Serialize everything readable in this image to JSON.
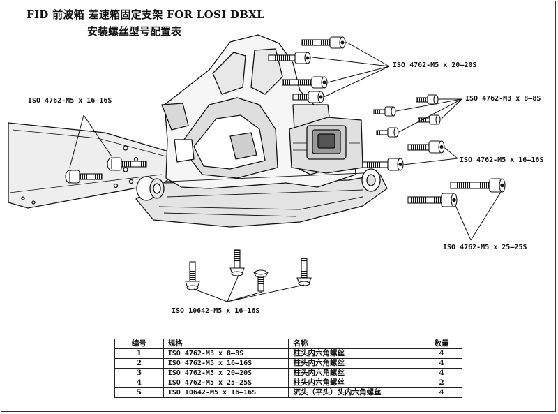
{
  "title": {
    "line1": "FID 前波箱 差速箱固定支架 FOR LOSI DBXL",
    "line2": "安装螺丝型号配置表"
  },
  "callouts": {
    "m5x20": "ISO 4762-M5 x 20—20S",
    "m3x8": "ISO 4762-M3 x 8—8S",
    "m5x16_left": "ISO 4762-M5 x 16—16S",
    "m5x16_right": "ISO 4762-M5 x 16—16S",
    "m5x25": "ISO 4762-M5 x 25—25S",
    "countersunk": "ISO 10642-M5 x 16—16S"
  },
  "table": {
    "headers": [
      "编号",
      "规格",
      "名称",
      "数量"
    ],
    "rows": [
      {
        "no": "1",
        "spec": "ISO 4762-M3 x 8—8S",
        "name": "柱头内六角螺丝",
        "qty": "4"
      },
      {
        "no": "2",
        "spec": "ISO 4762-M5 x 16—16S",
        "name": "柱头内六角螺丝",
        "qty": "4"
      },
      {
        "no": "3",
        "spec": "ISO 4762-M5 x 20—20S",
        "name": "柱头内六角螺丝",
        "qty": "4"
      },
      {
        "no": "4",
        "spec": "ISO 4762-M5 x 25—25S",
        "name": "柱头内六角螺丝",
        "qty": "2"
      },
      {
        "no": "5",
        "spec": "ISO 10642-M5 x 16—16S",
        "name": "沉头（平头）头内六角螺丝",
        "qty": "4"
      }
    ]
  }
}
